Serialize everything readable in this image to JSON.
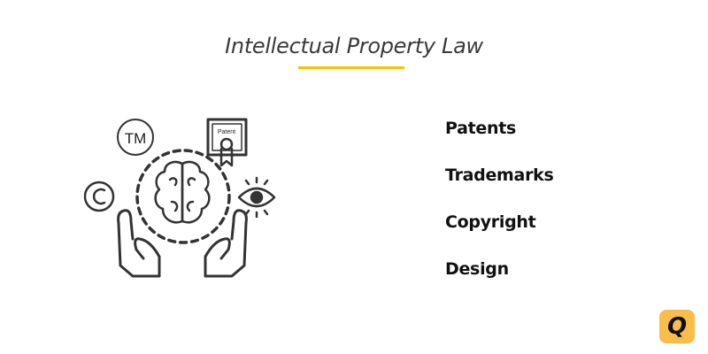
{
  "header": {
    "title": "Intellectual Property Law"
  },
  "illustration": {
    "patent_label": "Patent",
    "trademark_label": "TM"
  },
  "list": {
    "items": [
      "Patents",
      "Trademarks",
      "Copyright",
      "Design"
    ]
  },
  "badge": {
    "letter": "Q",
    "color": "#f9be4a"
  },
  "accent_color": "#f5c400"
}
